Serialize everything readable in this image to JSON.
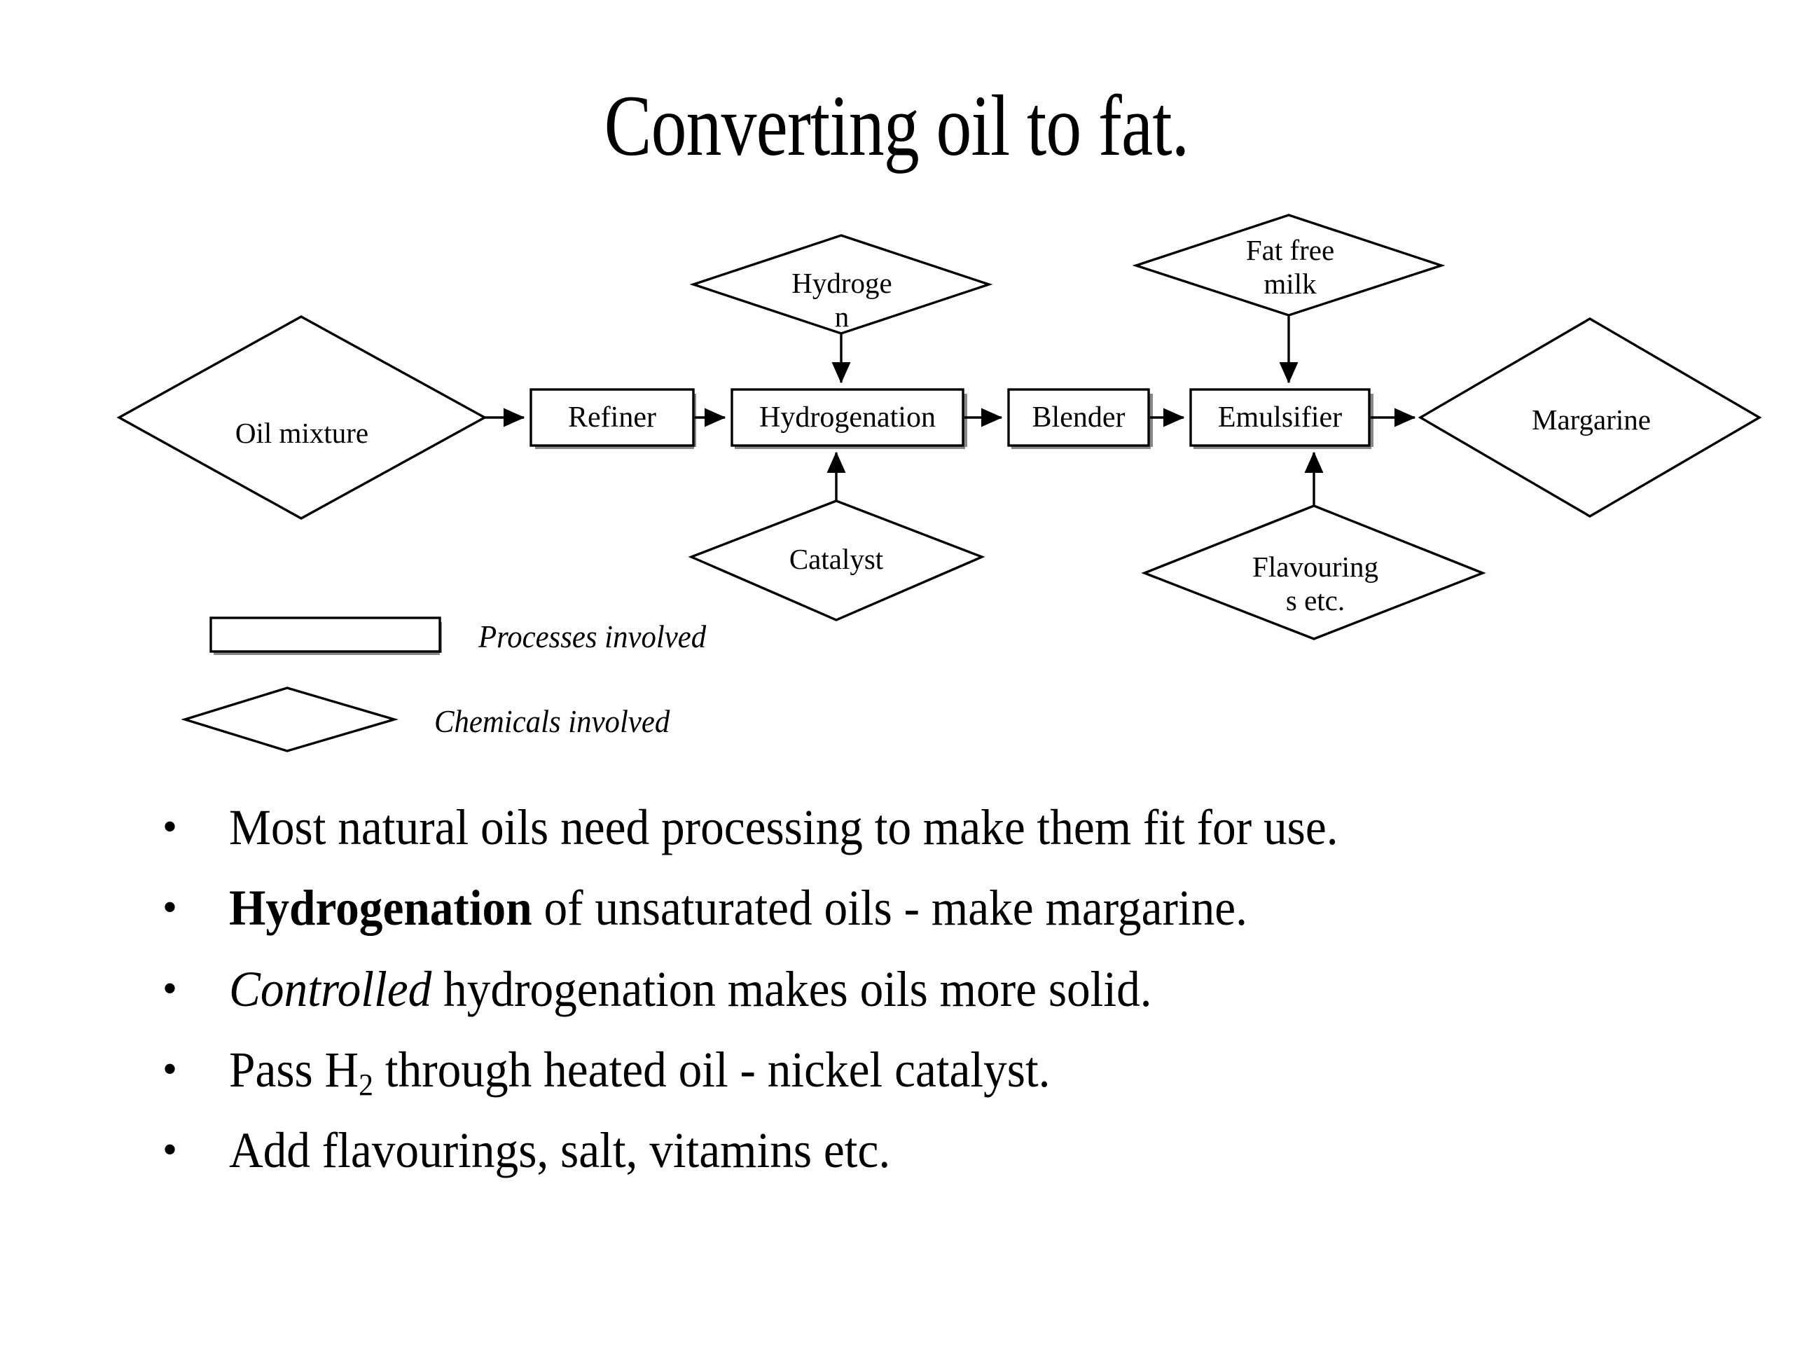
{
  "slide": {
    "title": "Converting oil to fat.",
    "background_color": "#ffffff",
    "line_color": "#000000",
    "text_color": "#000000"
  },
  "diagram": {
    "type": "process-flow",
    "processes": [
      {
        "id": "refiner",
        "label": "Refiner"
      },
      {
        "id": "hydrogenation",
        "label": "Hydrogenation"
      },
      {
        "id": "blender",
        "label": "Blender"
      },
      {
        "id": "emulsifier",
        "label": "Emulsifier"
      }
    ],
    "chemicals": [
      {
        "id": "oil-mixture",
        "label": "Oil mixture"
      },
      {
        "id": "hydrogen",
        "label": "Hydroge\nn"
      },
      {
        "id": "catalyst",
        "label": "Catalyst"
      },
      {
        "id": "fat-free-milk",
        "label": "Fat free\nmilk"
      },
      {
        "id": "flavourings",
        "label": "Flavouring\ns etc."
      },
      {
        "id": "margarine",
        "label": "Margarine"
      }
    ],
    "flows": [
      {
        "from": "oil-mixture",
        "to": "refiner"
      },
      {
        "from": "refiner",
        "to": "hydrogenation"
      },
      {
        "from": "hydrogen",
        "to": "hydrogenation"
      },
      {
        "from": "catalyst",
        "to": "hydrogenation"
      },
      {
        "from": "hydrogenation",
        "to": "blender"
      },
      {
        "from": "blender",
        "to": "emulsifier"
      },
      {
        "from": "fat-free-milk",
        "to": "emulsifier"
      },
      {
        "from": "flavourings",
        "to": "emulsifier"
      },
      {
        "from": "emulsifier",
        "to": "margarine"
      }
    ]
  },
  "legend": {
    "items": [
      {
        "shape": "rectangle",
        "label": "Processes involved"
      },
      {
        "shape": "diamond",
        "label": "Chemicals involved"
      }
    ]
  },
  "bullets": {
    "marker": "•",
    "items": [
      {
        "html": "Most natural oils need processing to make them fit for use."
      },
      {
        "html": "<b>Hydrogenation</b> of unsaturated oils - make margarine."
      },
      {
        "html": "<i>Controlled</i> hydrogenation makes oils more solid."
      },
      {
        "html": "Pass H<sub>2</sub> through heated oil - nickel catalyst."
      },
      {
        "html": "Add flavourings, salt, vitamins etc."
      }
    ]
  }
}
